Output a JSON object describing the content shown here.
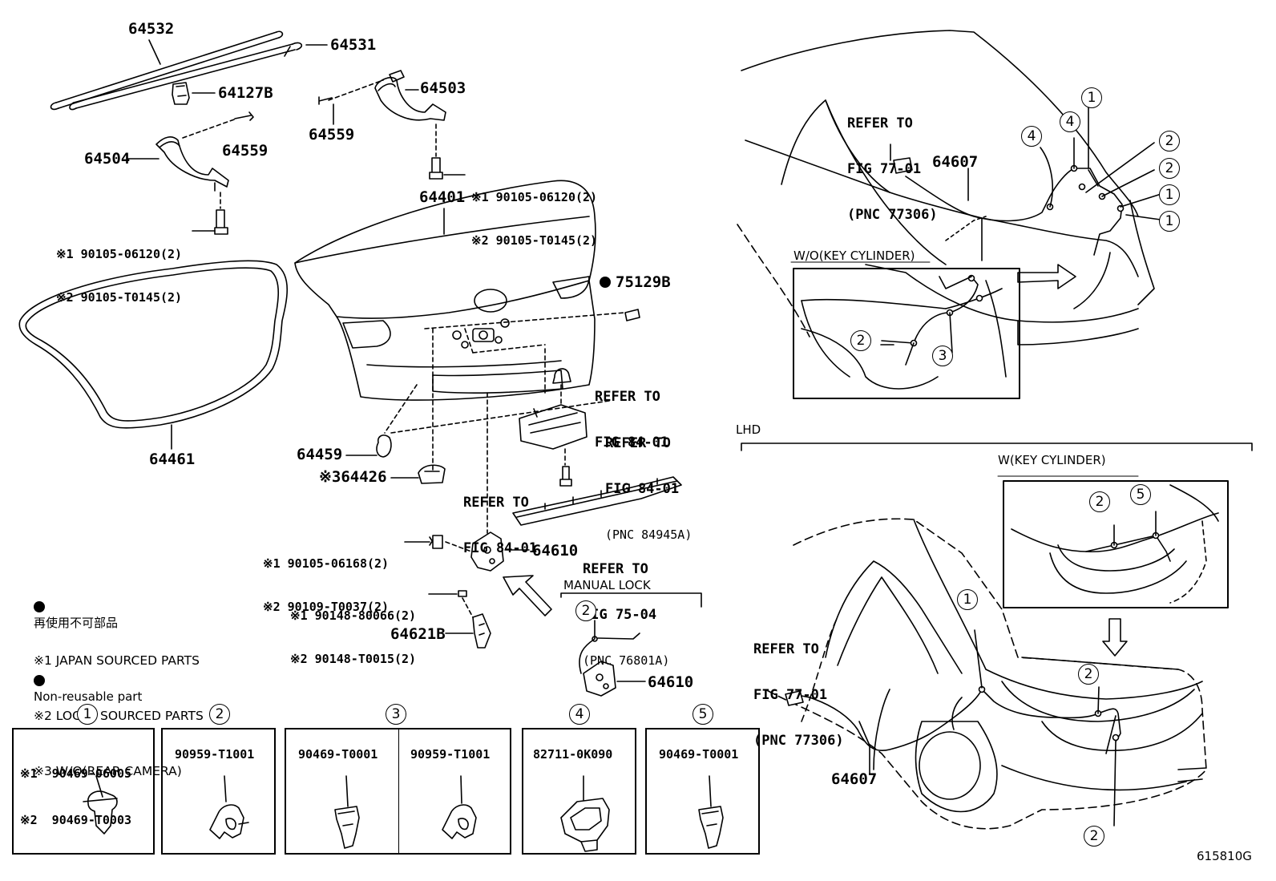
{
  "diagram_code": "615810G",
  "labels": {
    "p64532": "64532",
    "p64531": "64531",
    "p64127B": "64127B",
    "p64504": "64504",
    "p64559a": "64559",
    "p64559b": "64559",
    "p64503": "64503",
    "p64401": "64401",
    "p64461": "64461",
    "p75129B": "75129B",
    "p64459": "64459",
    "p64426": "64426",
    "p64610a": "64610",
    "p64610b": "64610",
    "p64621B": "64621B",
    "p64607a": "64607",
    "p64607b": "64607"
  },
  "bolt_groups": {
    "left_bolt": [
      "※1 90105-06120(2)",
      "※2 90105-T0145(2)"
    ],
    "center_bolt": [
      "※1 90105-06120(2)",
      "※2 90105-T0145(2)"
    ],
    "lock_bolt": [
      "※1 90105-06168(2)",
      "※2 90109-T0037(2)"
    ],
    "striker_bolt": [
      "※1 90148-80066(2)",
      "※2 90148-T0015(2)"
    ],
    "camera_mark": "※3"
  },
  "references": {
    "ref_84_a": [
      "REFER TO",
      "FIG 84-01"
    ],
    "ref_84_b": [
      "REFER TO",
      "FIG 84-01",
      "(PNC 84945A)"
    ],
    "ref_84_c": [
      "REFER TO",
      "FIG 84-01"
    ],
    "ref_75": [
      "REFER TO",
      "FIG 75-04",
      "(PNC 76801A)"
    ],
    "ref_77_a": [
      "REFER TO",
      "FIG 77-01",
      "(PNC 77306)"
    ],
    "ref_77_b": [
      "REFER TO",
      "FIG 77-01",
      "(PNC 77306)"
    ]
  },
  "captions": {
    "manual_lock": "MANUAL LOCK",
    "wo_key": "W/O(KEY CYLINDER)",
    "w_key": "W(KEY CYLINDER)",
    "lhd": "LHD"
  },
  "legend": {
    "non_reusable_jp": "再使用不可部品",
    "non_reusable_en": "Non-reusable part"
  },
  "notes": [
    "※1 JAPAN SOURCED PARTS",
    "※2 LOCAL SOURCED PARTS",
    "※3 W/O(REAR CAMERA)"
  ],
  "callout_numbers": {
    "c1": "1",
    "c2": "2",
    "c3": "3",
    "c4": "4",
    "c5": "5"
  },
  "clip_boxes": {
    "box1": [
      "※1  90469-06005",
      "※2  90469-T0003"
    ],
    "box2": "90959-T1001",
    "box3a": "90469-T0001",
    "box3b": "90959-T1001",
    "box4": "82711-0K090",
    "box5": "90469-T0001"
  }
}
